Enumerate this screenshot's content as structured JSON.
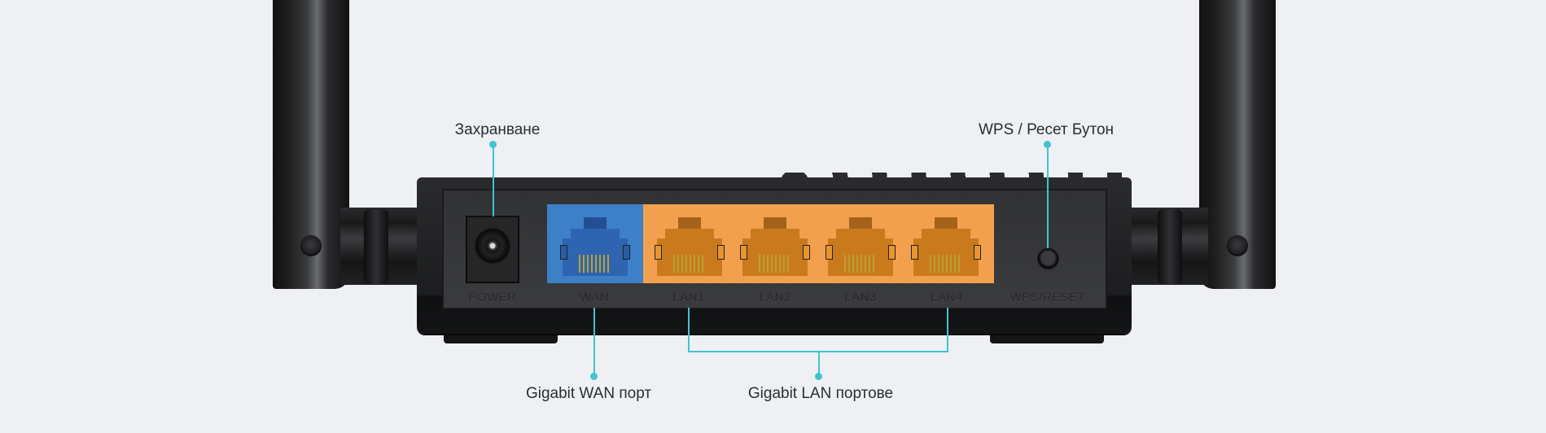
{
  "product": "Wi-Fi router rear panel",
  "colors": {
    "background": "#eef0f4",
    "accent_callout": "#41c3d3",
    "wan_port": "#3d80c8",
    "lan_port": "#f3a04e",
    "chassis": "#1c1d1f"
  },
  "callouts": {
    "power": "Захранване",
    "wps_reset": "WPS / Ресет Бутон",
    "wan": "Gigabit WAN порт",
    "lan": "Gigabit LAN портове"
  },
  "port_labels": {
    "power": "POWER",
    "wan": "WAN",
    "lan1": "LAN1",
    "lan2": "LAN2",
    "lan3": "LAN3",
    "lan4": "LAN4",
    "wps_reset": "WPS/RESET"
  },
  "icons": {
    "power_jack": "dc-power-jack-icon",
    "ethernet_port": "rj45-port-icon",
    "button": "wps-reset-button-icon",
    "antenna": "antenna-icon"
  }
}
